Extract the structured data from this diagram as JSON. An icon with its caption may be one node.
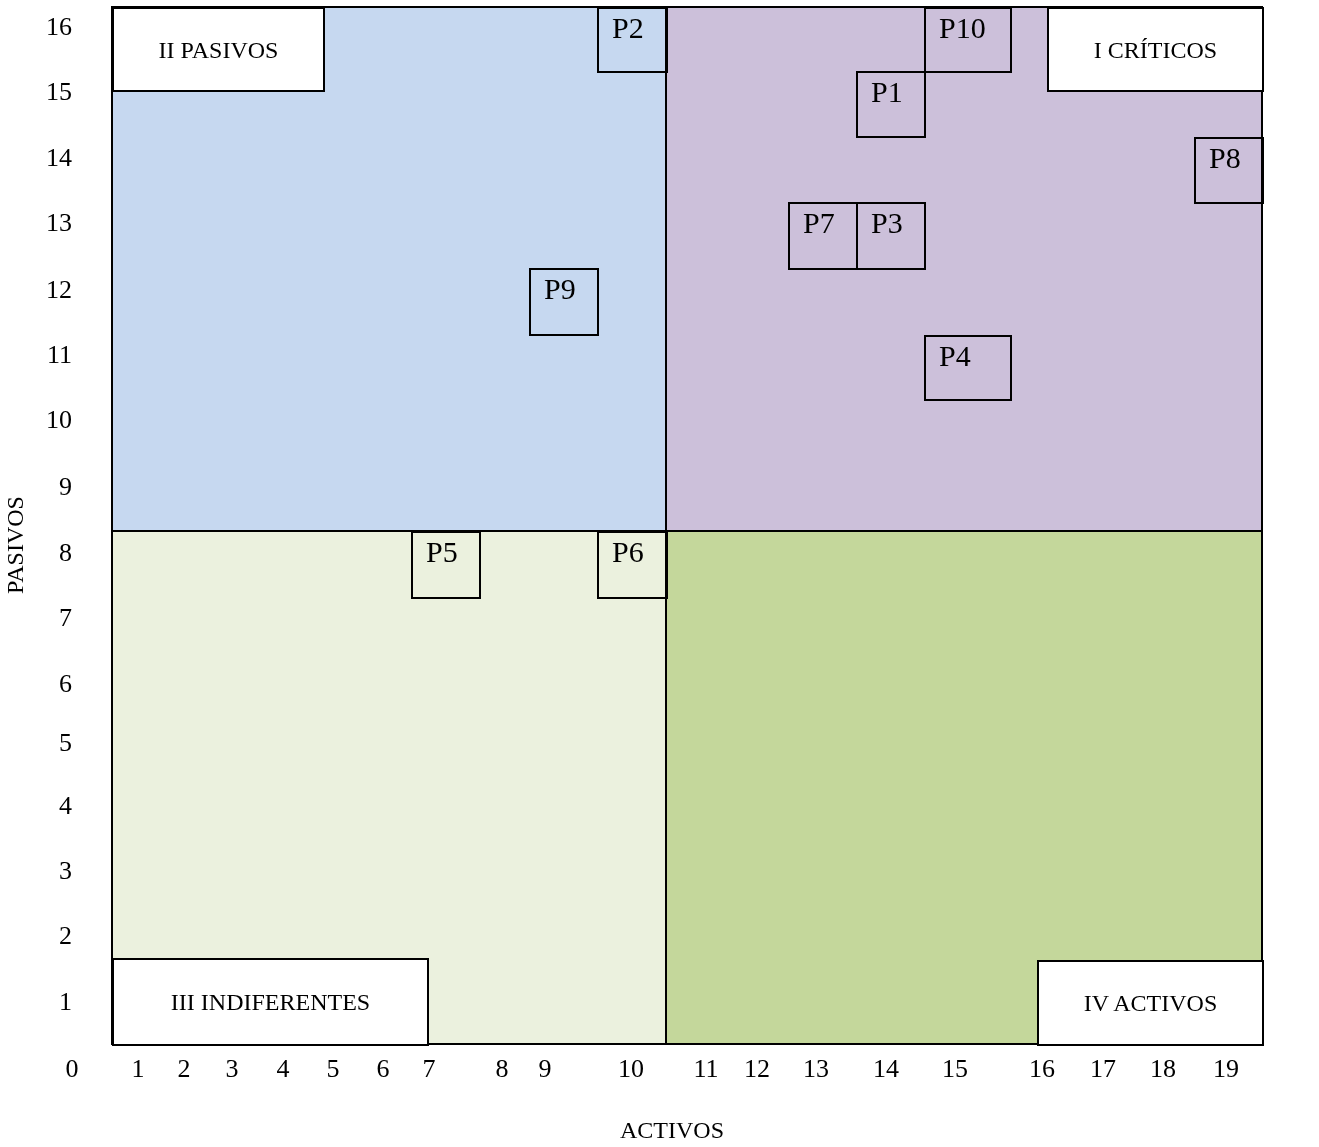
{
  "diagram": {
    "nodes": [
      {
        "text": [
          "II PASIVOS"
        ]
      },
      {
        "text": [
          "P2"
        ]
      },
      {
        "text": [
          "P10"
        ]
      },
      {
        "text": [
          "I CRÍTICOS"
        ]
      },
      {
        "text": [
          "P1"
        ]
      },
      {
        "text": [
          "P8"
        ]
      },
      {
        "text": [
          "P7"
        ]
      },
      {
        "text": [
          "P3"
        ]
      },
      {
        "text": [
          "P9"
        ]
      },
      {
        "text": [
          "P4"
        ]
      },
      {
        "text": [
          "P5"
        ]
      },
      {
        "text": [
          "P6"
        ]
      },
      {
        "text": [
          "III INDIFERENTES"
        ]
      },
      {
        "text": [
          "IV ACTIVOS"
        ]
      }
    ],
    "labels": [
      "16",
      "15",
      "14",
      "13",
      "12",
      "11",
      "10",
      "9",
      "8",
      "7",
      "6",
      "5",
      "4",
      "3",
      "2",
      "1",
      "PASIVOS",
      "0",
      "1",
      "2",
      "3",
      "4",
      "5",
      "6",
      "7",
      "8",
      "9",
      "10",
      "11",
      "12",
      "13",
      "14",
      "15",
      "16",
      "17",
      "18",
      "19",
      "ACTIVOS"
    ]
  }
}
